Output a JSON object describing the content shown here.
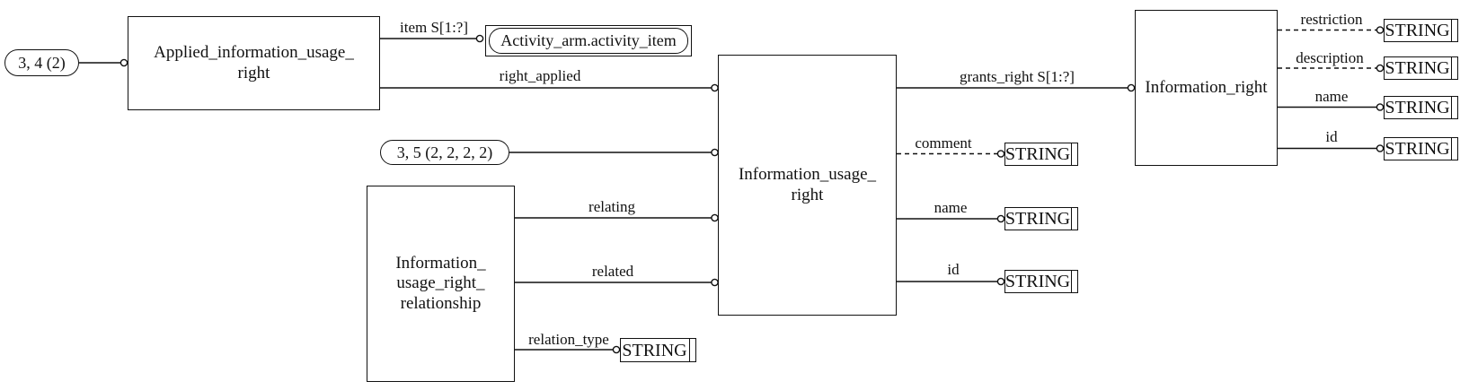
{
  "diagram": {
    "notation": "EXPRESS-G entity-level diagram",
    "page_refs": {
      "ref_3_4": "3, 4 (2)",
      "ref_3_5": "3, 5 (2, 2, 2, 2)"
    },
    "entities": {
      "applied_information_usage_right": "Applied_information_usage_\nright",
      "activity_item_ref": "Activity_arm.activity_item",
      "information_usage_right": "Information_usage_\nright",
      "information_usage_right_relationship": "Information_\nusage_right_\nrelationship",
      "information_right": "Information_right"
    },
    "simple_type": "STRING",
    "attributes": {
      "item": "item S[1:?]",
      "right_applied": "right_applied",
      "grants_right": "grants_right S[1:?]",
      "comment": "comment",
      "usage_name": "name",
      "usage_id": "id",
      "relating": "relating",
      "related": "related",
      "relation_type": "relation_type",
      "restriction": "restriction",
      "description": "description",
      "right_name": "name",
      "right_id": "id"
    }
  }
}
